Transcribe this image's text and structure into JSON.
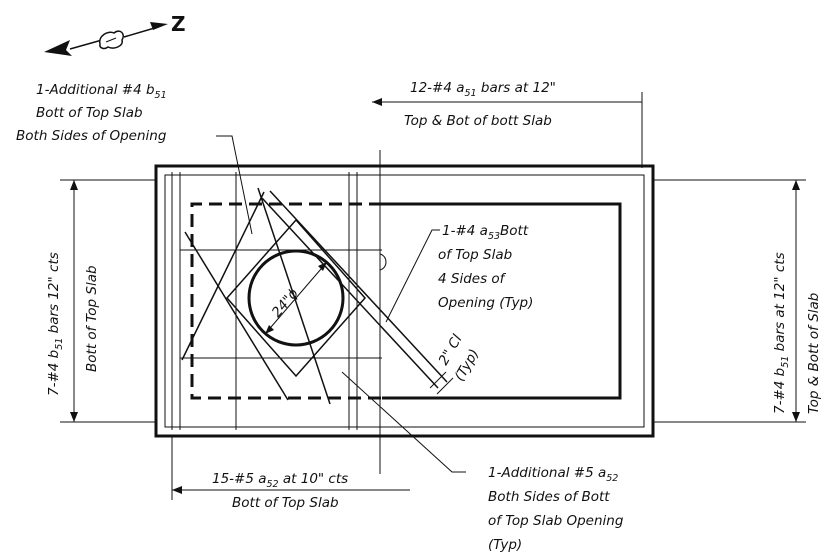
{
  "north_label": "Z",
  "labels": {
    "top_left": {
      "line1": "1-Additional #4 b",
      "line1_sub": "51",
      "line2": "Bott of Top Slab",
      "line3": "Both Sides of Opening"
    },
    "top_right": {
      "line1a": "12-#4 a",
      "line1_sub": "51",
      "line1b": " bars at 12\"",
      "line2": "Top & Bot of bott Slab"
    },
    "middle": {
      "line1a": "1-#4 a",
      "line1_sub": "53",
      "line1b": "Bott",
      "line2": "of Top Slab",
      "line3": "4 Sides of",
      "line4": "Opening (Typ)"
    },
    "left_vertical": {
      "line1a": "7-#4 b",
      "line1_sub": "51",
      "line1b": " bars 12\" cts",
      "line2": "Bott of Top Slab"
    },
    "right_vertical": {
      "line1a": "7-#4 b",
      "line1_sub": "51",
      "line1b": " bars at 12\" cts",
      "line2": "Top & Bott of Slab"
    },
    "bottom_left": {
      "line1a": "15-#5 a",
      "line1_sub": "52",
      "line1b": " at 10\" cts",
      "line2": "Bott of Top Slab"
    },
    "bottom_right": {
      "line1a": "1-Additional #5 a",
      "line1_sub": "52",
      "line2": "Both Sides of Bott",
      "line3": "of Top Slab Opening",
      "line4": "(Typ)"
    },
    "opening_dia": "24\"ϕ",
    "clearance": {
      "line1": "2\" Cl",
      "line2": "(Typ)"
    }
  }
}
